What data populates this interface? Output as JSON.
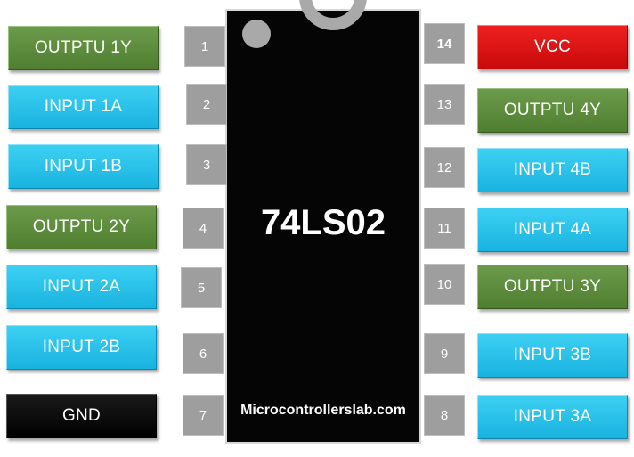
{
  "chip": {
    "name": "74LS02",
    "site": "Microcontrollerslab.com"
  },
  "colors": {
    "input": "#19b3e0",
    "output": "#4f7e30",
    "vcc": "#c80a0a",
    "gnd": "#000000",
    "pin": "#9e9e9e"
  },
  "left_pins": [
    {
      "number": "1",
      "label": "OUTPTU 1Y",
      "kind": "output"
    },
    {
      "number": "2",
      "label": "INPUT 1A",
      "kind": "input"
    },
    {
      "number": "3",
      "label": "INPUT 1B",
      "kind": "input"
    },
    {
      "number": "4",
      "label": "OUTPTU 2Y",
      "kind": "output"
    },
    {
      "number": "5",
      "label": "INPUT 2A",
      "kind": "input"
    },
    {
      "number": "6",
      "label": "INPUT 2B",
      "kind": "input"
    },
    {
      "number": "7",
      "label": "GND",
      "kind": "gnd"
    }
  ],
  "right_pins": [
    {
      "number": "14",
      "label": "VCC",
      "kind": "vcc"
    },
    {
      "number": "13",
      "label": "OUTPTU 4Y",
      "kind": "output"
    },
    {
      "number": "12",
      "label": "INPUT 4B",
      "kind": "input"
    },
    {
      "number": "11",
      "label": "INPUT 4A",
      "kind": "input"
    },
    {
      "number": "10",
      "label": "OUTPTU 3Y",
      "kind": "output"
    },
    {
      "number": "9",
      "label": "INPUT 3B",
      "kind": "input"
    },
    {
      "number": "8",
      "label": "INPUT 3A",
      "kind": "input"
    }
  ]
}
